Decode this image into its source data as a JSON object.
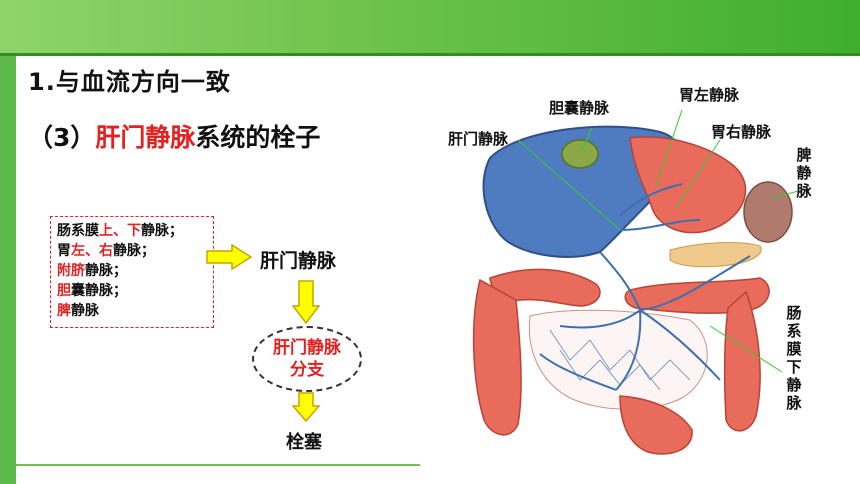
{
  "heading": "1.与血流方向一致",
  "subheading": {
    "prefix": "（3）",
    "highlight": "肝门静脉",
    "suffix": "系统的栓子"
  },
  "source_list": {
    "row1": {
      "a": "肠系膜",
      "b": "上、下",
      "c": "静脉；"
    },
    "row2": {
      "a": "胃",
      "b": "左、右",
      "c": "静脉；"
    },
    "row3": {
      "b": "附脐",
      "c": "静脉；"
    },
    "row4": {
      "b": "胆",
      "c": "囊静脉；"
    },
    "row5": {
      "b": "脾",
      "c": "静脉"
    }
  },
  "flow": {
    "portal_vein": "肝门静脉",
    "branch": "肝门静脉分支",
    "result": "栓塞"
  },
  "anatomy_labels": {
    "gallbladder_vein": "胆囊静脉",
    "left_gastric_vein": "胃左静脉",
    "right_gastric_vein": "胃右静脉",
    "portal_vein": "肝门静脉",
    "splenic_vein": "脾静脉",
    "inferior_mesenteric_vein": "肠系膜下静脉"
  },
  "colors": {
    "theme_green": "#6cc24a",
    "highlight_red": "#e52020",
    "arrow_yellow": "#ffff00",
    "arrow_outline": "#c9a400",
    "vein_blue": "#3e6fb0",
    "intestine_red": "#e86b5c",
    "leader_green": "#33cc33"
  },
  "icons": [
    "arrow-right-icon",
    "arrow-down-icon"
  ]
}
